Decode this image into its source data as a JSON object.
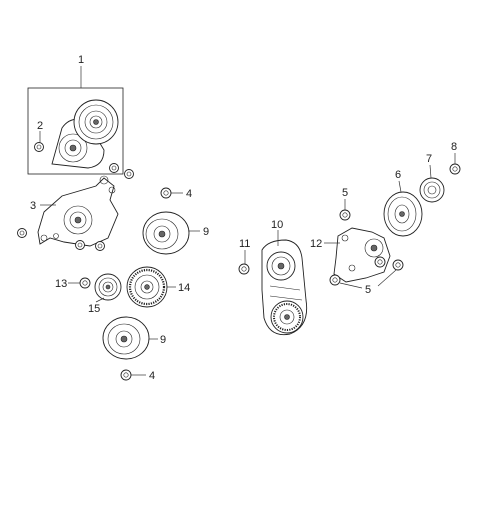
{
  "callouts": {
    "c1": "1",
    "c2": "2",
    "c3": "3",
    "c4a": "4",
    "c4b": "4",
    "c5a": "5",
    "c5b": "5",
    "c6": "6",
    "c7": "7",
    "c8": "8",
    "c9a": "9",
    "c9b": "9",
    "c10": "10",
    "c11": "11",
    "c12": "12",
    "c13": "13",
    "c14": "14",
    "c15": "15"
  }
}
